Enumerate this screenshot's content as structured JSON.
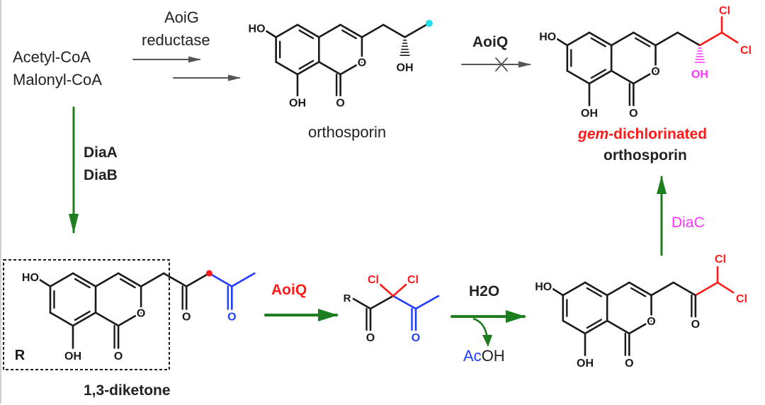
{
  "reactants": {
    "line1": "Acetyl-CoA",
    "line2": "Malonyl-CoA"
  },
  "enzymes": {
    "aoig": "AoiG",
    "aoig_sub": "reductase",
    "aoiq_blocked": "AoiQ",
    "diaA": "DiaA",
    "diaB": "DiaB",
    "aoiq": "AoiQ",
    "h2o": "H2O",
    "diac": "DiaC"
  },
  "byproduct": {
    "prefix": "Ac",
    "suffix": "OH"
  },
  "compounds": {
    "orthosporin": "orthosporin",
    "gem_prefix": "gem",
    "gem_rest": "-dichlorinated",
    "gem_name": "orthosporin",
    "diketone": "1,3-diketone"
  },
  "atoms": {
    "HO": "HO",
    "OH": "OH",
    "O": "O",
    "Cl": "Cl",
    "R": "R"
  },
  "colors": {
    "green": "#1e7d1e",
    "red": "#ff1a1a",
    "blue": "#1f3cff",
    "magenta": "#ff33ff",
    "cyan": "#22dde8",
    "gray": "#555555",
    "black": "#1a1a1a"
  }
}
